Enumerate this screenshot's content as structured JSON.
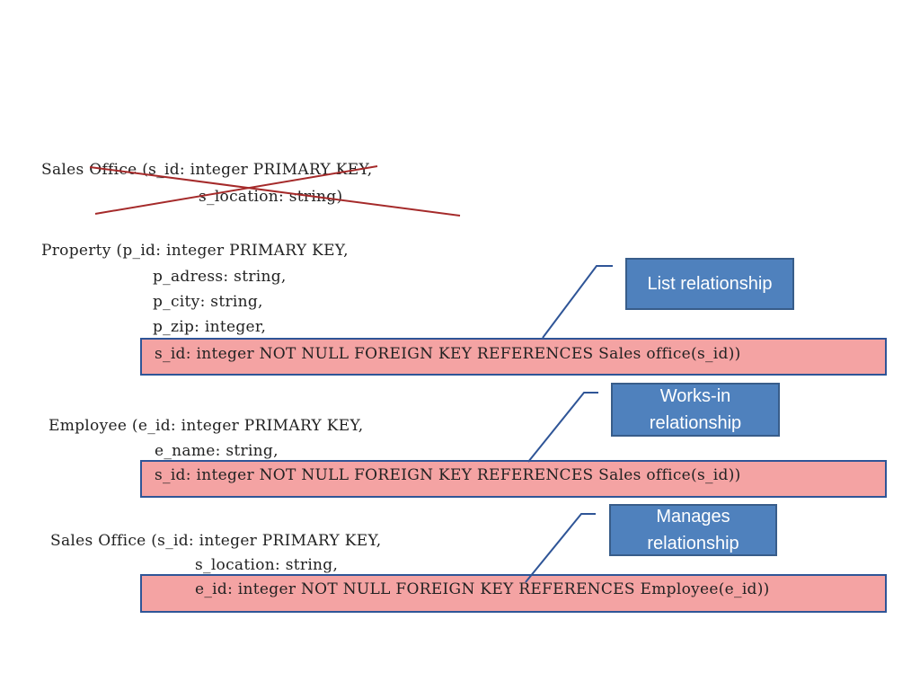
{
  "sales_office_old": {
    "line1": "Sales Office (s_id: integer PRIMARY KEY,",
    "line2": "s_location: string)"
  },
  "property": {
    "line1": "Property (p_id: integer PRIMARY KEY,",
    "line2": "p_adress: string,",
    "line3": "p_city: string,",
    "line4": "p_zip: integer,",
    "fk": "s_id: integer NOT NULL FOREIGN KEY REFERENCES Sales office(s_id))"
  },
  "employee": {
    "line1": "Employee (e_id: integer PRIMARY KEY,",
    "line2": "e_name: string,",
    "fk": "s_id: integer NOT NULL FOREIGN KEY REFERENCES Sales office(s_id))"
  },
  "sales_office_new": {
    "line1": "Sales Office (s_id: integer PRIMARY KEY,",
    "line2": "s_location: string,",
    "fk": "e_id: integer NOT NULL FOREIGN KEY REFERENCES Employee(e_id))"
  },
  "callouts": {
    "list": "List relationship",
    "works_in_1": "Works-in",
    "works_in_2": "relationship",
    "manages_1": "Manages",
    "manages_2": "relationship"
  },
  "colors": {
    "highlight_fill": "#f4a3a3",
    "highlight_border": "#2f5597",
    "callout_fill": "#4f81bd",
    "strike": "#a52a2a"
  }
}
